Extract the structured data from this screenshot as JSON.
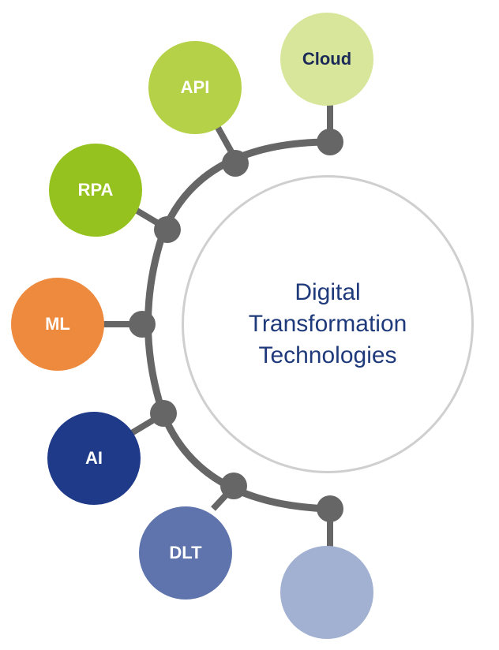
{
  "center": {
    "lines": [
      "Digital",
      "Transformation",
      "Technologies"
    ]
  },
  "nodes": [
    {
      "id": "cloud",
      "label": "Cloud",
      "color": "#d7e69a",
      "text_color": "#1b2a56"
    },
    {
      "id": "api",
      "label": "API",
      "color": "#b5d147",
      "text_color": "#ffffff"
    },
    {
      "id": "rpa",
      "label": "RPA",
      "color": "#96c21f",
      "text_color": "#ffffff"
    },
    {
      "id": "ml",
      "label": "ML",
      "color": "#ee8a3e",
      "text_color": "#ffffff"
    },
    {
      "id": "ai",
      "label": "AI",
      "color": "#1f3a88",
      "text_color": "#ffffff"
    },
    {
      "id": "dlt",
      "label": "DLT",
      "color": "#5f74ad",
      "text_color": "#ffffff"
    },
    {
      "id": "blank",
      "label": "",
      "color": "#a2b1d2",
      "text_color": "#ffffff"
    }
  ],
  "colors": {
    "connector": "#666666",
    "ring": "#cfcfcf",
    "title": "#1f3a7a"
  }
}
